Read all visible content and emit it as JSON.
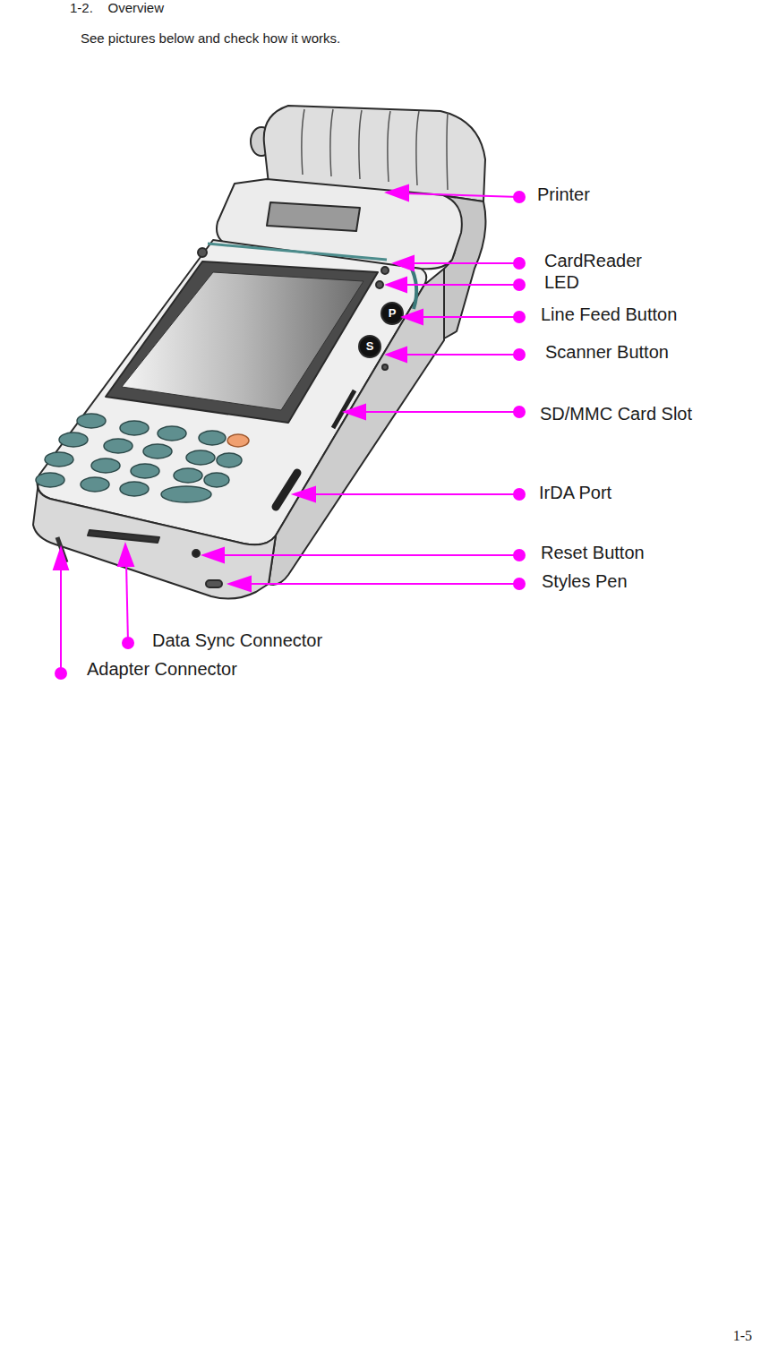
{
  "diagram": {
    "title": "1-2.    Overview",
    "labels": [
      "See pictures below and check how it works.",
      "Printer",
      "CardReader",
      "LED",
      "Line Feed Button",
      "Scanner Button",
      "SD/MMC Card Slot",
      "IrDA Port",
      "Reset Button",
      "Styles Pen",
      "Data Sync Connector",
      "Adapter Connector",
      "P",
      "S",
      "1-5"
    ]
  }
}
